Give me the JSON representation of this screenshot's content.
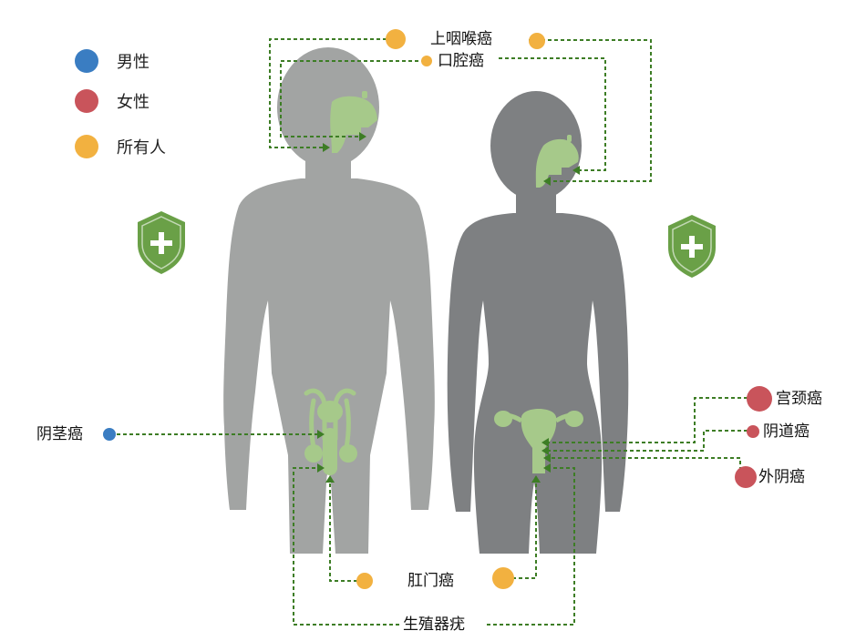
{
  "legend": [
    {
      "label": "男性",
      "color": "#3a7dc2"
    },
    {
      "label": "女性",
      "color": "#c9545b"
    },
    {
      "label": "所有人",
      "color": "#f2b140"
    }
  ],
  "labels": {
    "throat": "上咽喉癌",
    "oral": "口腔癌",
    "penile": "阴茎癌",
    "cervical": "宫颈癌",
    "vaginal": "阴道癌",
    "vulvar": "外阴癌",
    "anal": "肛门癌",
    "genital_warts": "生殖器疣"
  },
  "colors": {
    "male_silhouette": "#a2a4a3",
    "female_silhouette": "#7e8082",
    "organ": "#a6c98a",
    "connector": "#3d7d25",
    "shield": "#6aa047",
    "male": "#3a7dc2",
    "female": "#c9545b",
    "everyone": "#f2b140"
  },
  "icons": [
    "shield-plus-icon",
    "shield-plus-icon"
  ]
}
